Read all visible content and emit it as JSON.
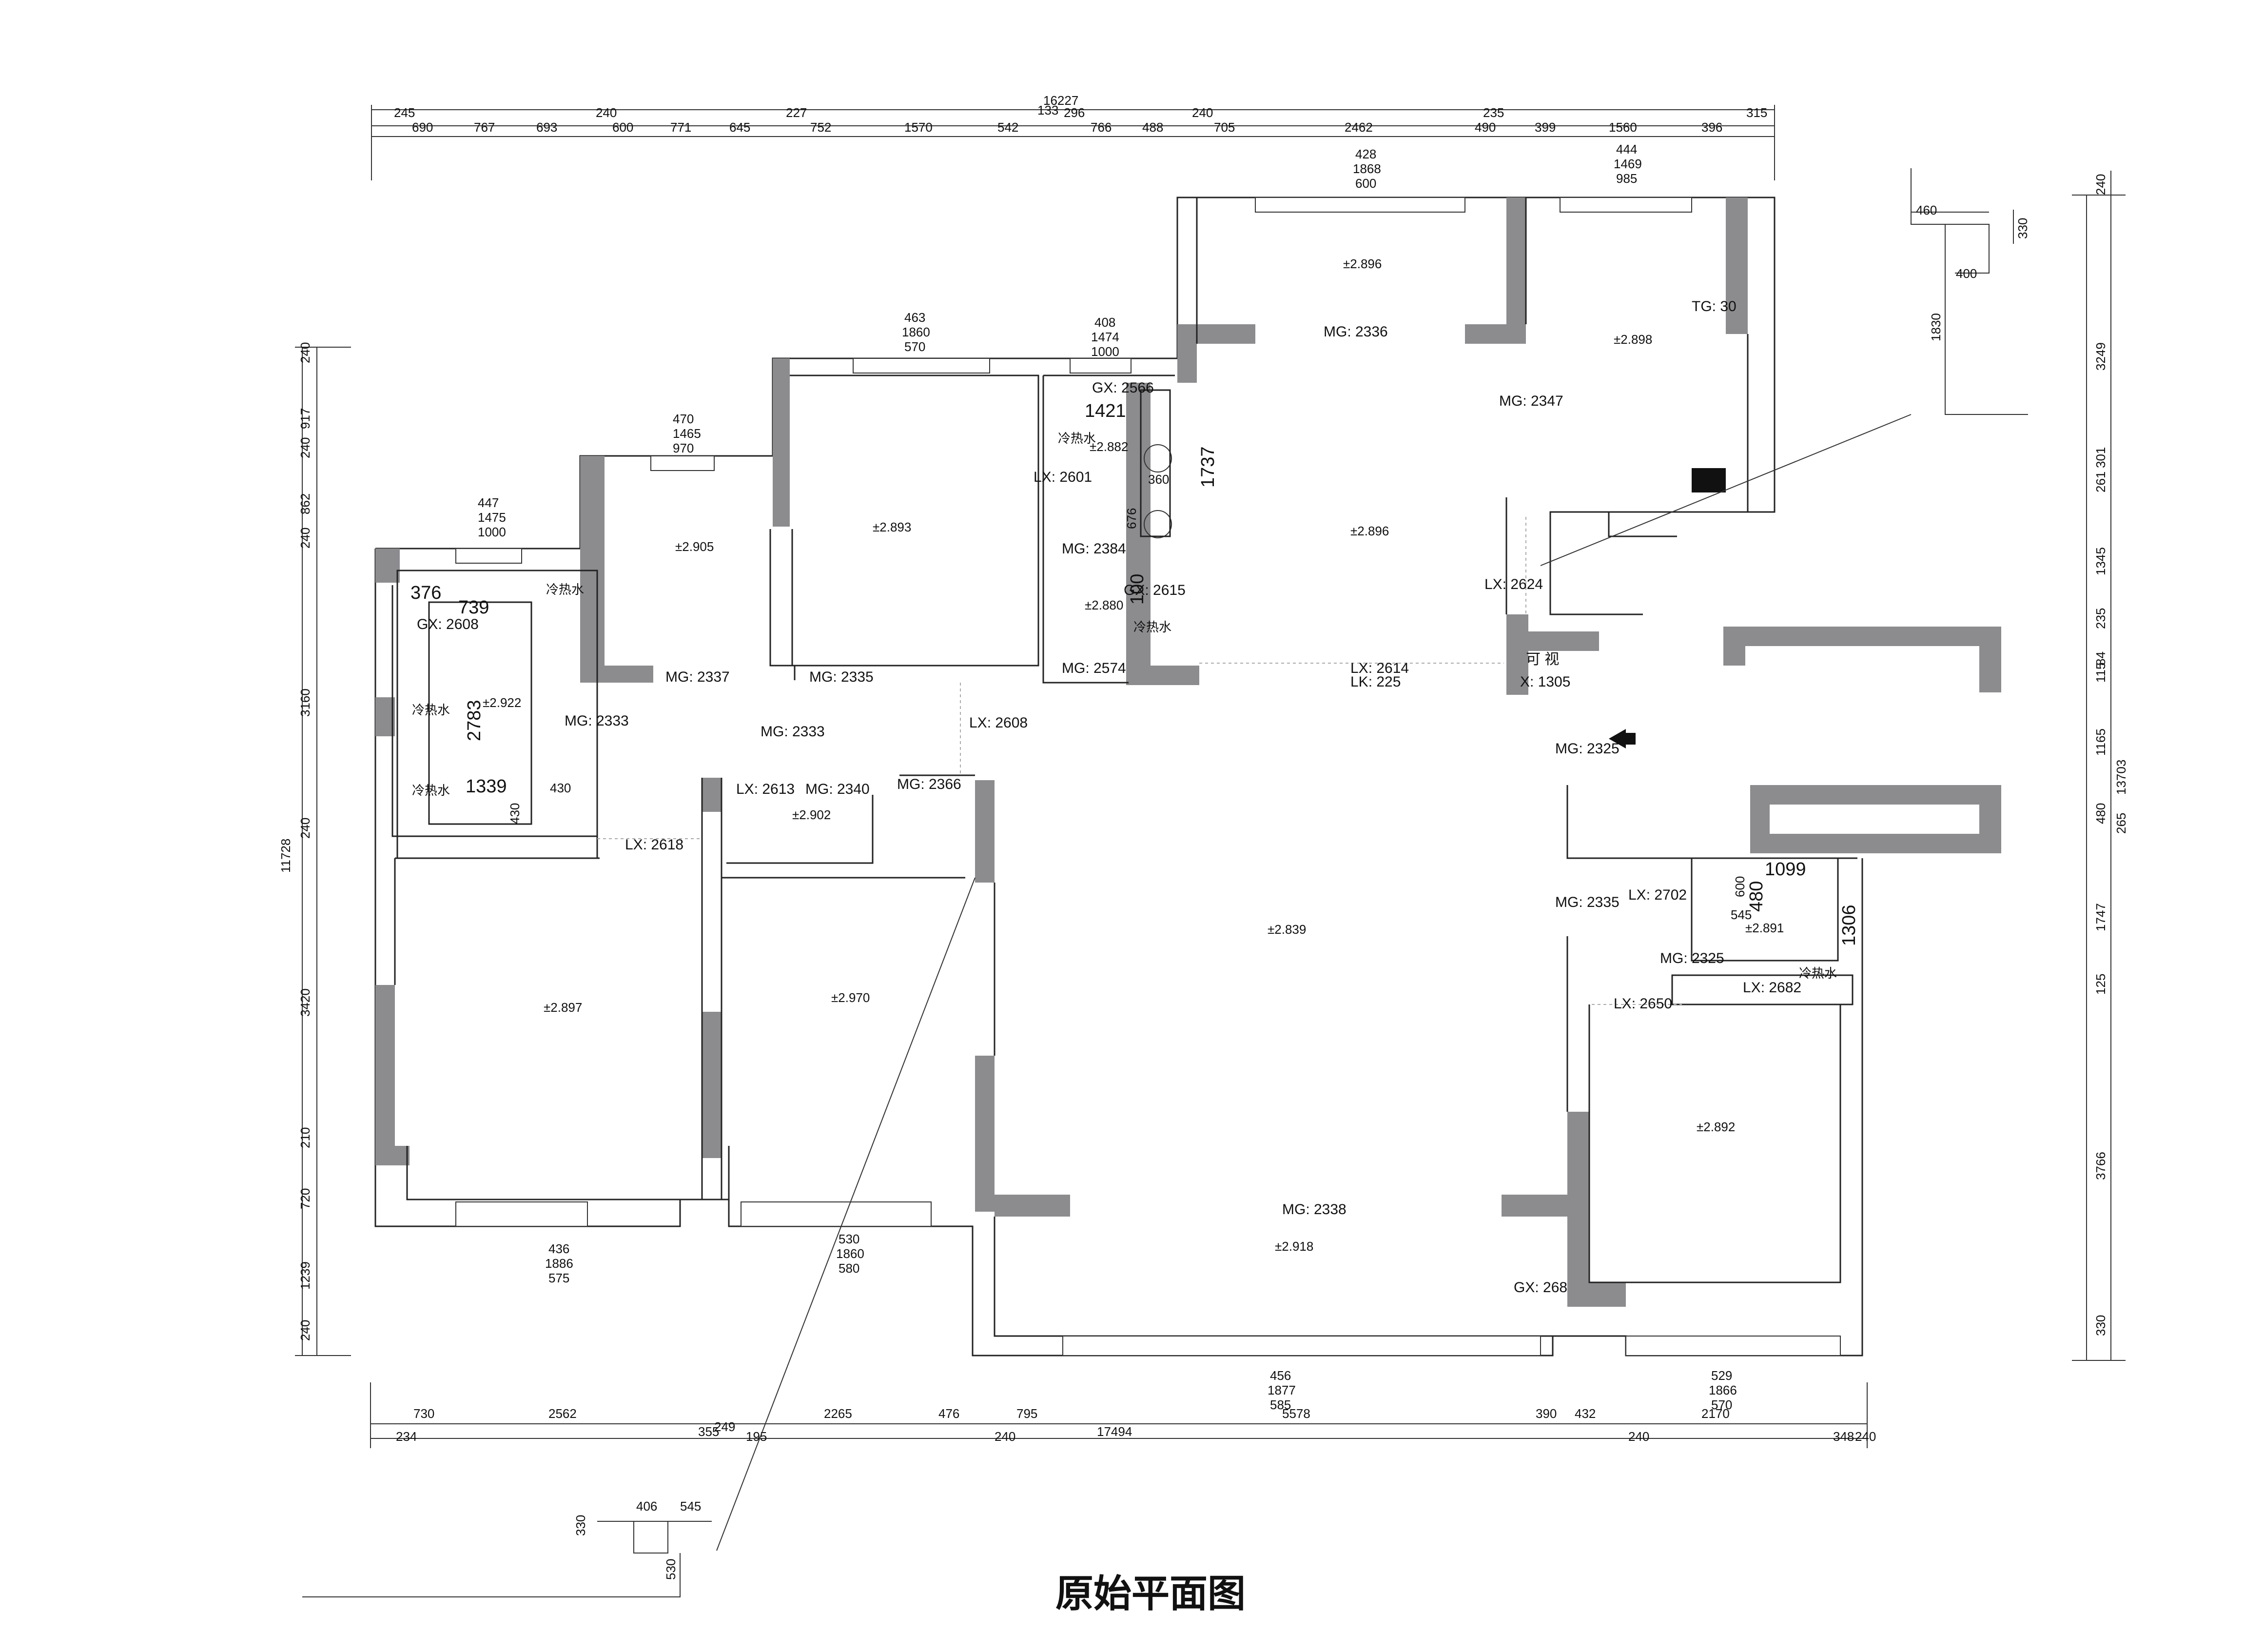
{
  "title": "原始平面图",
  "dimensions": {
    "top_outer": [
      "245",
      "240",
      "227",
      "133",
      "240",
      "235",
      "315"
    ],
    "top_total": "16227",
    "top_inner": [
      "690",
      "767",
      "693",
      "600",
      "771",
      "645",
      "752",
      "1570",
      "542",
      "296",
      "766",
      "488",
      "705",
      "2462",
      "490",
      "399",
      "1560",
      "396"
    ],
    "bottom_inner": [
      "730",
      "2562",
      "2265",
      "476",
      "795",
      "5578",
      "390",
      "432",
      "2170"
    ],
    "bottom_outer": [
      "234",
      "355",
      "249",
      "195",
      "240",
      "17494",
      "240",
      "348",
      "240"
    ],
    "left": [
      "240",
      "917",
      "240",
      "862",
      "240",
      "3160",
      "240",
      "3420",
      "210",
      "720",
      "1239",
      "240"
    ],
    "left_total": "11728",
    "right": [
      "240",
      "3249",
      "261",
      "301",
      "1345",
      "235",
      "84",
      "115",
      "1165",
      "480",
      "265",
      "1747",
      "125",
      "3766",
      "330"
    ],
    "right_total": "13703",
    "inset_top_right": [
      "460",
      "330",
      "400",
      "1830"
    ],
    "inset_bottom_left": [
      "330",
      "406",
      "545",
      "530"
    ]
  },
  "windows": [
    {
      "id": "w1",
      "lines": [
        "447",
        "1475",
        "1000"
      ]
    },
    {
      "id": "w2",
      "lines": [
        "470",
        "1465",
        "970"
      ]
    },
    {
      "id": "w3",
      "lines": [
        "463",
        "1860",
        "570"
      ]
    },
    {
      "id": "w4",
      "lines": [
        "408",
        "1474",
        "1000"
      ]
    },
    {
      "id": "w5",
      "lines": [
        "428",
        "1868",
        "600"
      ]
    },
    {
      "id": "w6",
      "lines": [
        "444",
        "1469",
        "985"
      ]
    },
    {
      "id": "w7",
      "lines": [
        "436",
        "1886",
        "575"
      ]
    },
    {
      "id": "w8",
      "lines": [
        "530",
        "1860",
        "580"
      ]
    },
    {
      "id": "w9",
      "lines": [
        "456",
        "1877",
        "585"
      ]
    },
    {
      "id": "w10",
      "lines": [
        "529",
        "1866",
        "570"
      ]
    }
  ],
  "heights": [
    "±2.896",
    "±2.898",
    "±2.882",
    "±2.893",
    "±2.905",
    "±2.896",
    "±2.880",
    "±2.922",
    "±2.902",
    "±2.839",
    "±2.891",
    "±2.897",
    "±2.970",
    "±2.892",
    "±2.918"
  ],
  "labels": {
    "mg2336": "MG: 2336",
    "mg2347": "MG: 2347",
    "gx2566": "GX: 2566",
    "lx2601": "LX: 2601",
    "mg2384": "MG: 2384",
    "gx2615": "GX: 2615",
    "mg2574": "MG: 2574",
    "lx2624": "LX: 2624",
    "lx2614": "LX: 2614",
    "lk225": "LK: 225",
    "kx1305": "X: 1305",
    "keshi": "可 视",
    "gx2608": "GX: 2608",
    "mg2337": "MG: 2337",
    "mg2335a": "MG: 2335",
    "mg2333a": "MG: 2333",
    "mg2333b": "MG: 2333",
    "lx2608": "LX: 2608",
    "lx2613": "LX: 2613",
    "mg2340": "MG: 2340",
    "mg2366": "MG: 2366",
    "lx2618": "LX: 2618",
    "mg2325a": "MG: 2325",
    "mg2335b": "MG: 2335",
    "lx2702": "LX: 2702",
    "mg2325b": "MG: 2325",
    "lx2682": "LX: 2682",
    "lx2650": "LX: 2650",
    "mg2338": "MG: 2338",
    "gx268": "GX: 268",
    "tg30": "TG: 30",
    "pipe": "冷热水"
  },
  "room_dims": [
    "376",
    "739",
    "2783",
    "1339",
    "430",
    "430",
    "1421",
    "1737",
    "360",
    "676",
    "100",
    "1099",
    "600",
    "480",
    "545",
    "1306"
  ]
}
